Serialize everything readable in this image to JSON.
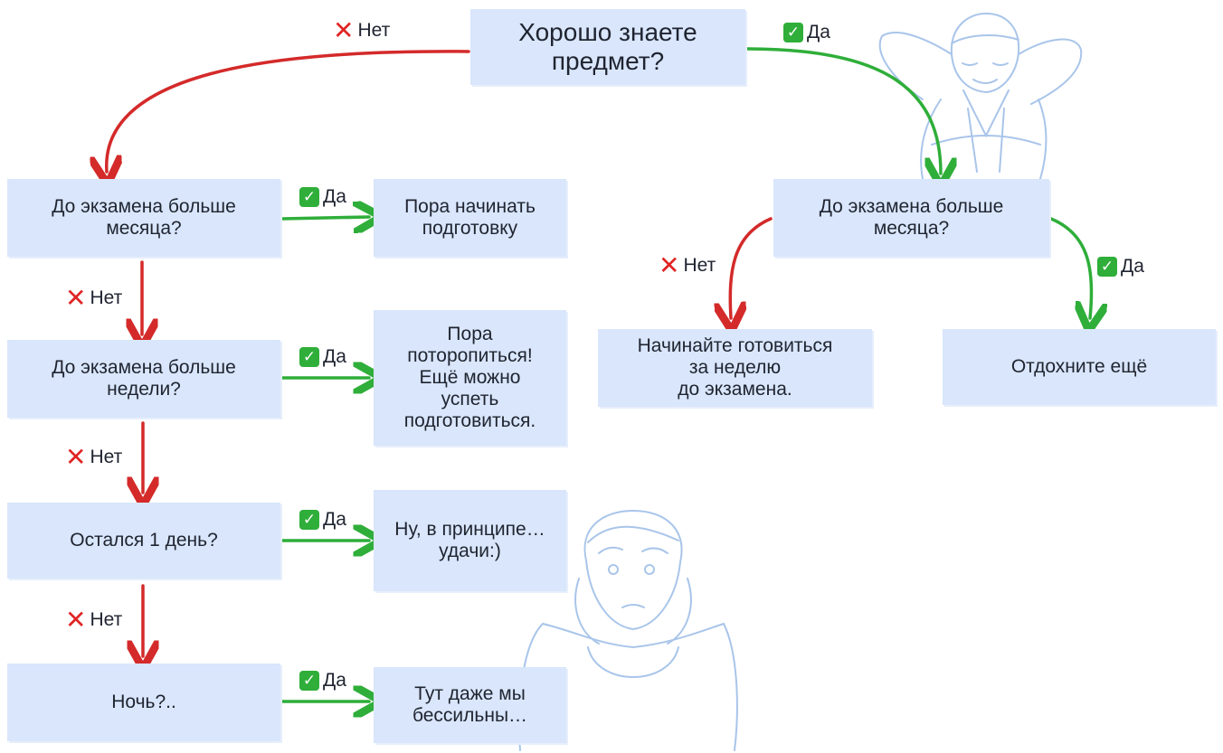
{
  "colors": {
    "box_fill": "#d9e6fb",
    "yes": "#2fae3a",
    "no": "#d42a2a",
    "sketch": "#a9c5ea"
  },
  "title": "Хорошо знаете\nпредмет?",
  "labels": {
    "yes": "Да",
    "no": "Нет"
  },
  "left_branch": {
    "q1": "До экзамена больше\nмесяца?",
    "a1": "Пора начинать\nподготовку",
    "q2": "До экзамена больше\nнедели?",
    "a2": "Пора\nпоторопиться!\nЕщё можно\nуспеть\nподготовиться.",
    "q3": "Остался 1 день?",
    "a3": "Ну, в принципе…\nудачи:)",
    "q4": "Ночь?..",
    "a4": "Тут даже мы\nбессильны…"
  },
  "right_branch": {
    "q1": "До экзамена больше\nмесяца?",
    "no_answer": "Начинайте готовиться\nза неделю\nдо экзамена.",
    "yes_answer": "Отдохните ещё"
  },
  "icons": [
    "cross-icon",
    "checkmark-icon",
    "relaxed-man-illustration",
    "worried-man-illustration"
  ]
}
